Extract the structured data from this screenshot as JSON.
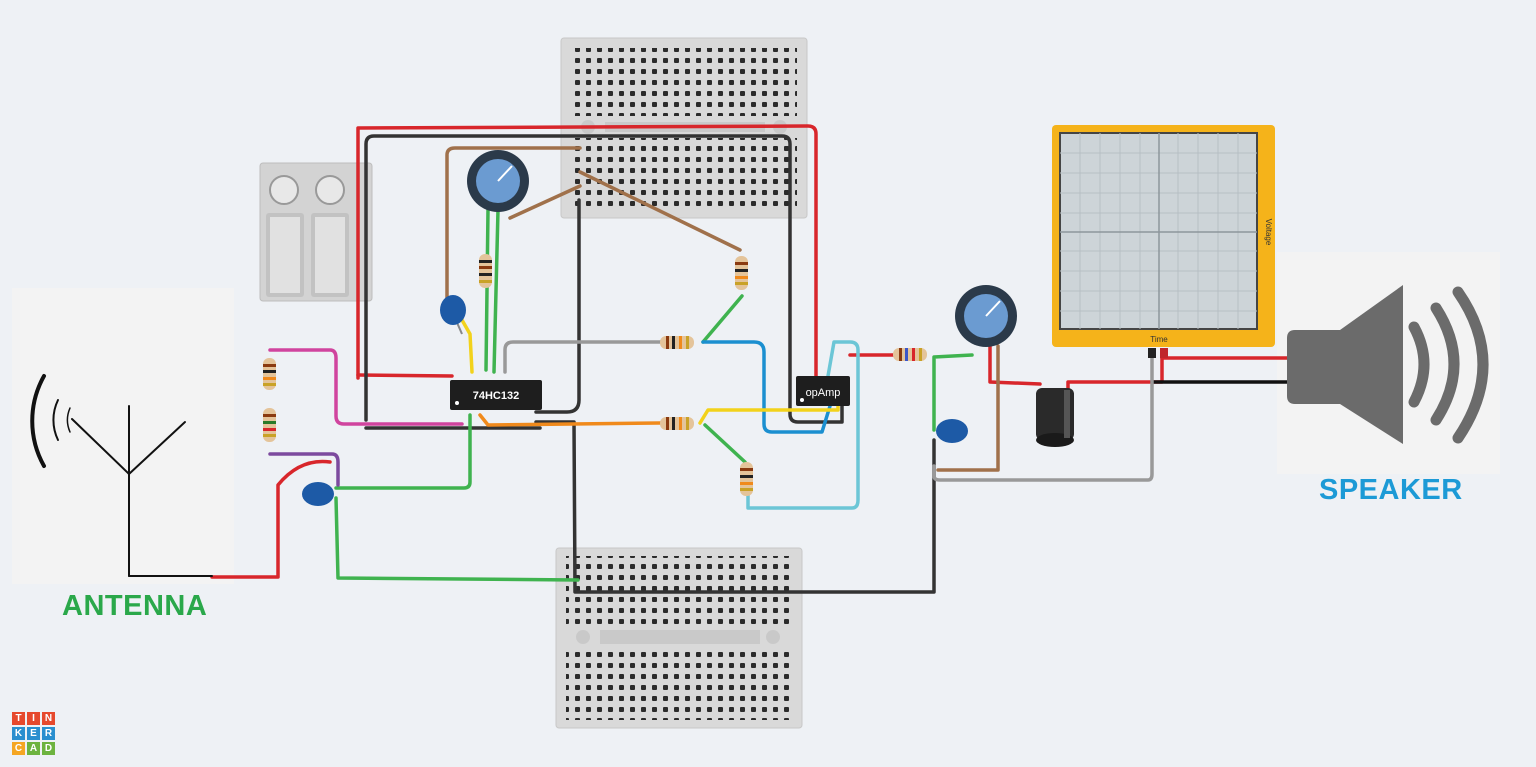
{
  "labels": {
    "antenna": "ANTENNA",
    "speaker": "SPEAKER",
    "ic_gate": "74HC132",
    "ic_opamp": "opAmp",
    "scope_time": "Time",
    "scope_voltage": "Voltage"
  },
  "logo": {
    "letters": [
      "T",
      "I",
      "N",
      "K",
      "E",
      "R",
      "C",
      "A",
      "D"
    ],
    "colors": [
      "#e6492d",
      "#e6492d",
      "#e6492d",
      "#2a8fcf",
      "#2a8fcf",
      "#2a8fcf",
      "#f5a623",
      "#6db33f",
      "#6db33f"
    ]
  },
  "colors": {
    "background": "#eef1f5",
    "antenna_text": "#2aa84a",
    "speaker_text": "#1c9ad6",
    "scope_frame": "#f5b31a",
    "wire_red": "#d8262b",
    "wire_black": "#333333",
    "wire_green": "#3fb34f",
    "wire_brown": "#a0714b",
    "wire_magenta": "#d0449e",
    "wire_purple": "#7c4a9e",
    "wire_gray": "#999999",
    "wire_blue": "#1b8fd0",
    "wire_orange": "#f08a1c",
    "wire_yellow": "#f2d21b",
    "wire_cyan": "#6cc6d6"
  }
}
